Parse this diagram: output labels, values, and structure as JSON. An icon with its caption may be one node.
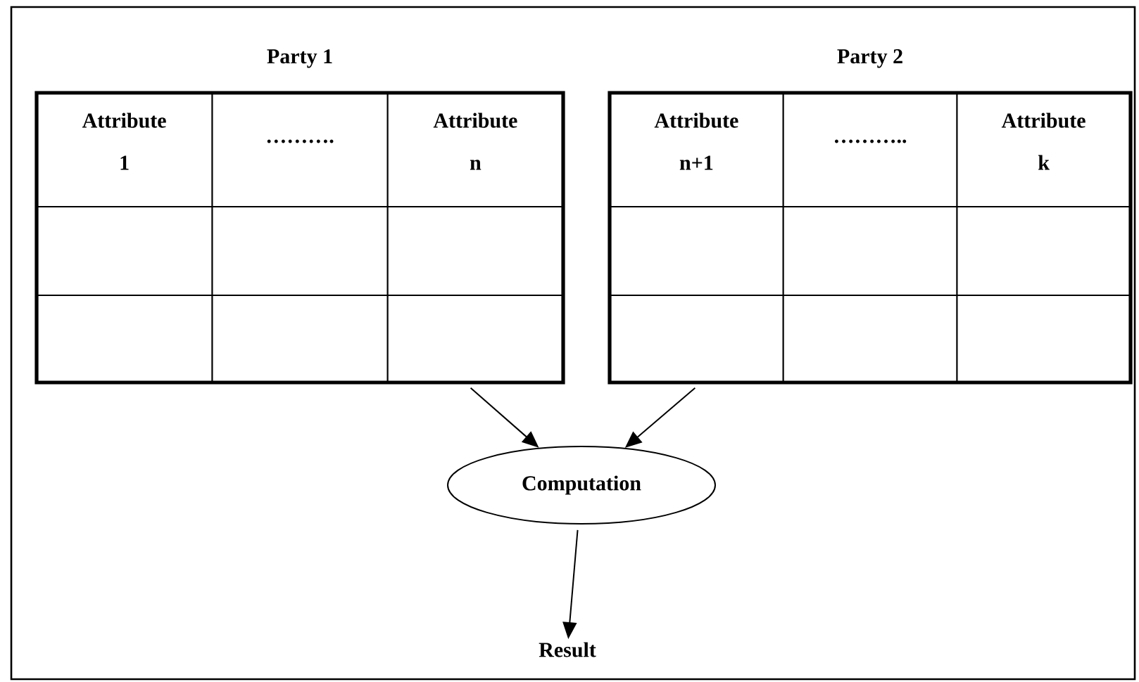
{
  "diagram": {
    "nodes": [
      {
        "text": [
          "Party 1"
        ]
      },
      {
        "text": [
          "Party 2"
        ]
      },
      {
        "text": [
          "Computation"
        ]
      },
      {
        "text": [
          "Result"
        ]
      }
    ],
    "edges": [
      {
        "from": 0,
        "to": 2,
        "arrow": "to"
      },
      {
        "from": 1,
        "to": 2,
        "arrow": "to"
      },
      {
        "from": 2,
        "to": 3,
        "arrow": "to"
      }
    ],
    "labels": [
      "Attribute 1",
      "……….",
      "Attribute n",
      "Attribute n+1",
      "………..",
      "Attribute k"
    ]
  }
}
